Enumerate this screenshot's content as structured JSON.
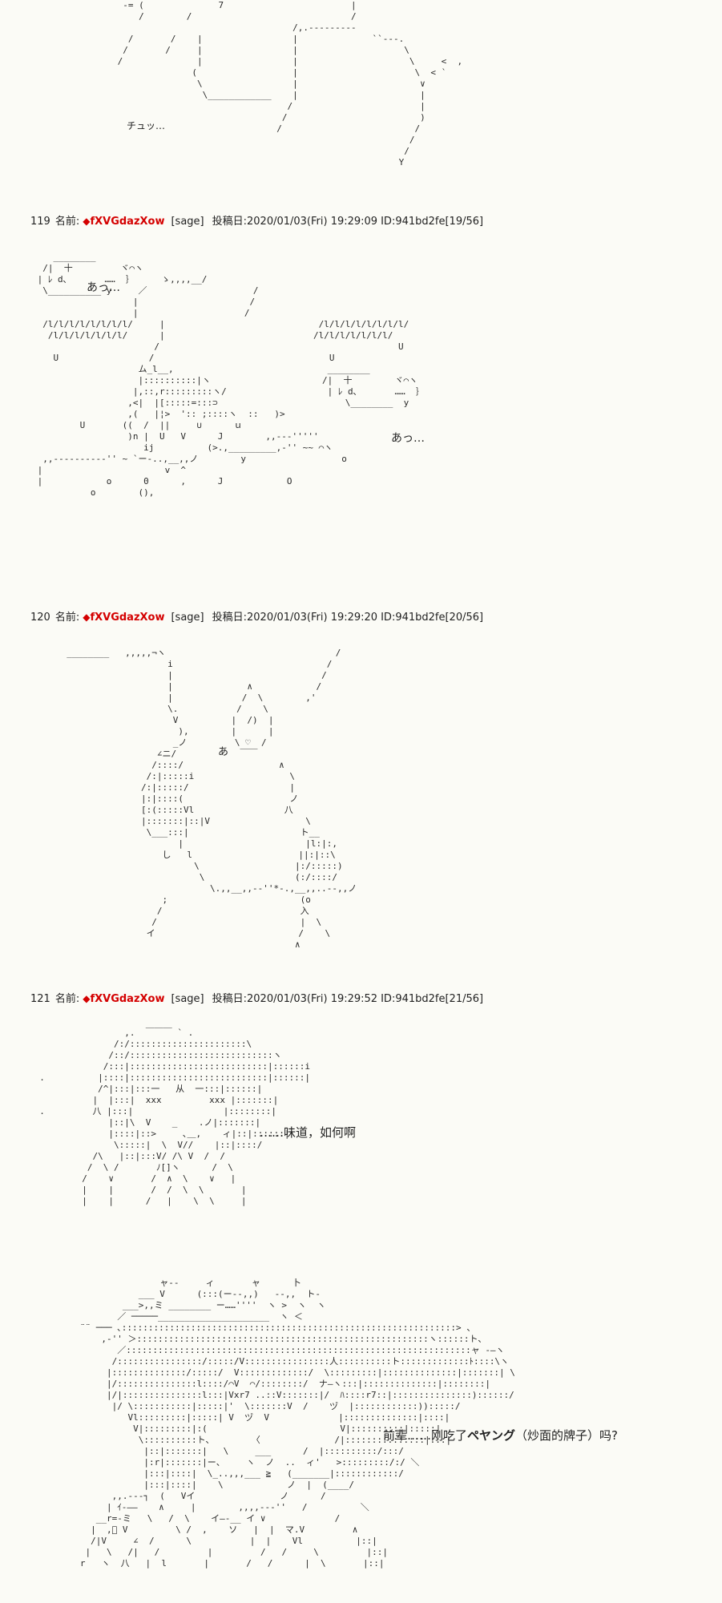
{
  "posts": [
    {
      "number": "119",
      "name_label": "名前:",
      "trip_mark": "◆",
      "trip": "fXVGdazXow",
      "mail": "[sage]",
      "date": "投稿日:2020/01/03(Fri) 19:29:09",
      "id": "ID:941bd2fe",
      "count": "[19/56]"
    },
    {
      "number": "120",
      "name_label": "名前:",
      "trip_mark": "◆",
      "trip": "fXVGdazXow",
      "mail": "[sage]",
      "date": "投稿日:2020/01/03(Fri) 19:29:20",
      "id": "ID:941bd2fe",
      "count": "[20/56]"
    },
    {
      "number": "121",
      "name_label": "名前:",
      "trip_mark": "◆",
      "trip": "fXVGdazXow",
      "mail": "[sage]",
      "date": "投稿日:2020/01/03(Fri) 19:29:52",
      "id": "ID:941bd2fe",
      "count": "[21/56]"
    }
  ],
  "art": {
    "top_sfx": "チュッ…",
    "bubble_left": "あっ…",
    "bubble_right": "あっ…",
    "heart_face": "あ"
  },
  "captions": {
    "taste": "……味道，如何啊",
    "senpai_pre": "前辈……刚吃了",
    "senpai_brand": "ペヤング",
    "senpai_post": "（炒面的牌子）吗?"
  }
}
